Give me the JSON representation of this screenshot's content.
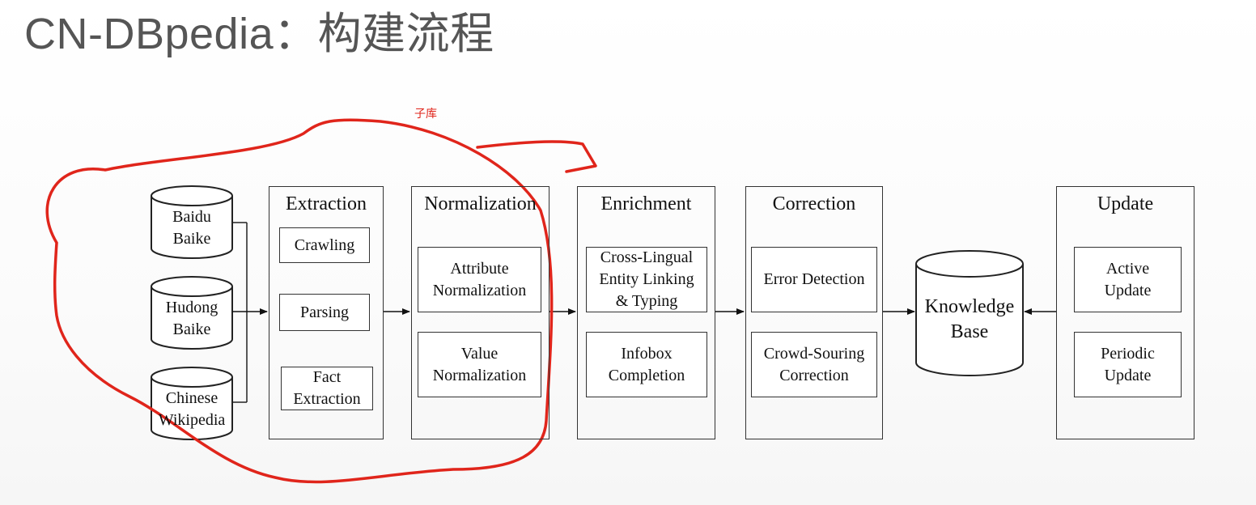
{
  "title": "CN-DBpedia：构建流程",
  "annotation": "子库",
  "sources": [
    {
      "label": "Baidu\nBaike"
    },
    {
      "label": "Hudong\nBaike"
    },
    {
      "label": "Chinese\nWikipedia"
    }
  ],
  "stages": [
    {
      "title": "Extraction",
      "steps": [
        "Crawling",
        "Parsing",
        "Fact\nExtraction"
      ]
    },
    {
      "title": "Normalization",
      "steps": [
        "Attribute\nNormalization",
        "Value\nNormalization"
      ]
    },
    {
      "title": "Enrichment",
      "steps": [
        "Cross-Lingual\nEntity Linking\n& Typing",
        "Infobox\nCompletion"
      ]
    },
    {
      "title": "Correction",
      "steps": [
        "Error Detection",
        "Crowd-Souring\nCorrection"
      ]
    },
    {
      "title": "Update",
      "steps": [
        "Active\nUpdate",
        "Periodic\nUpdate"
      ]
    }
  ],
  "knowledge_base": {
    "label": "Knowledge\nBase"
  },
  "colors": {
    "annotation": "#e0251b",
    "line": "#333333",
    "title": "#555555"
  }
}
